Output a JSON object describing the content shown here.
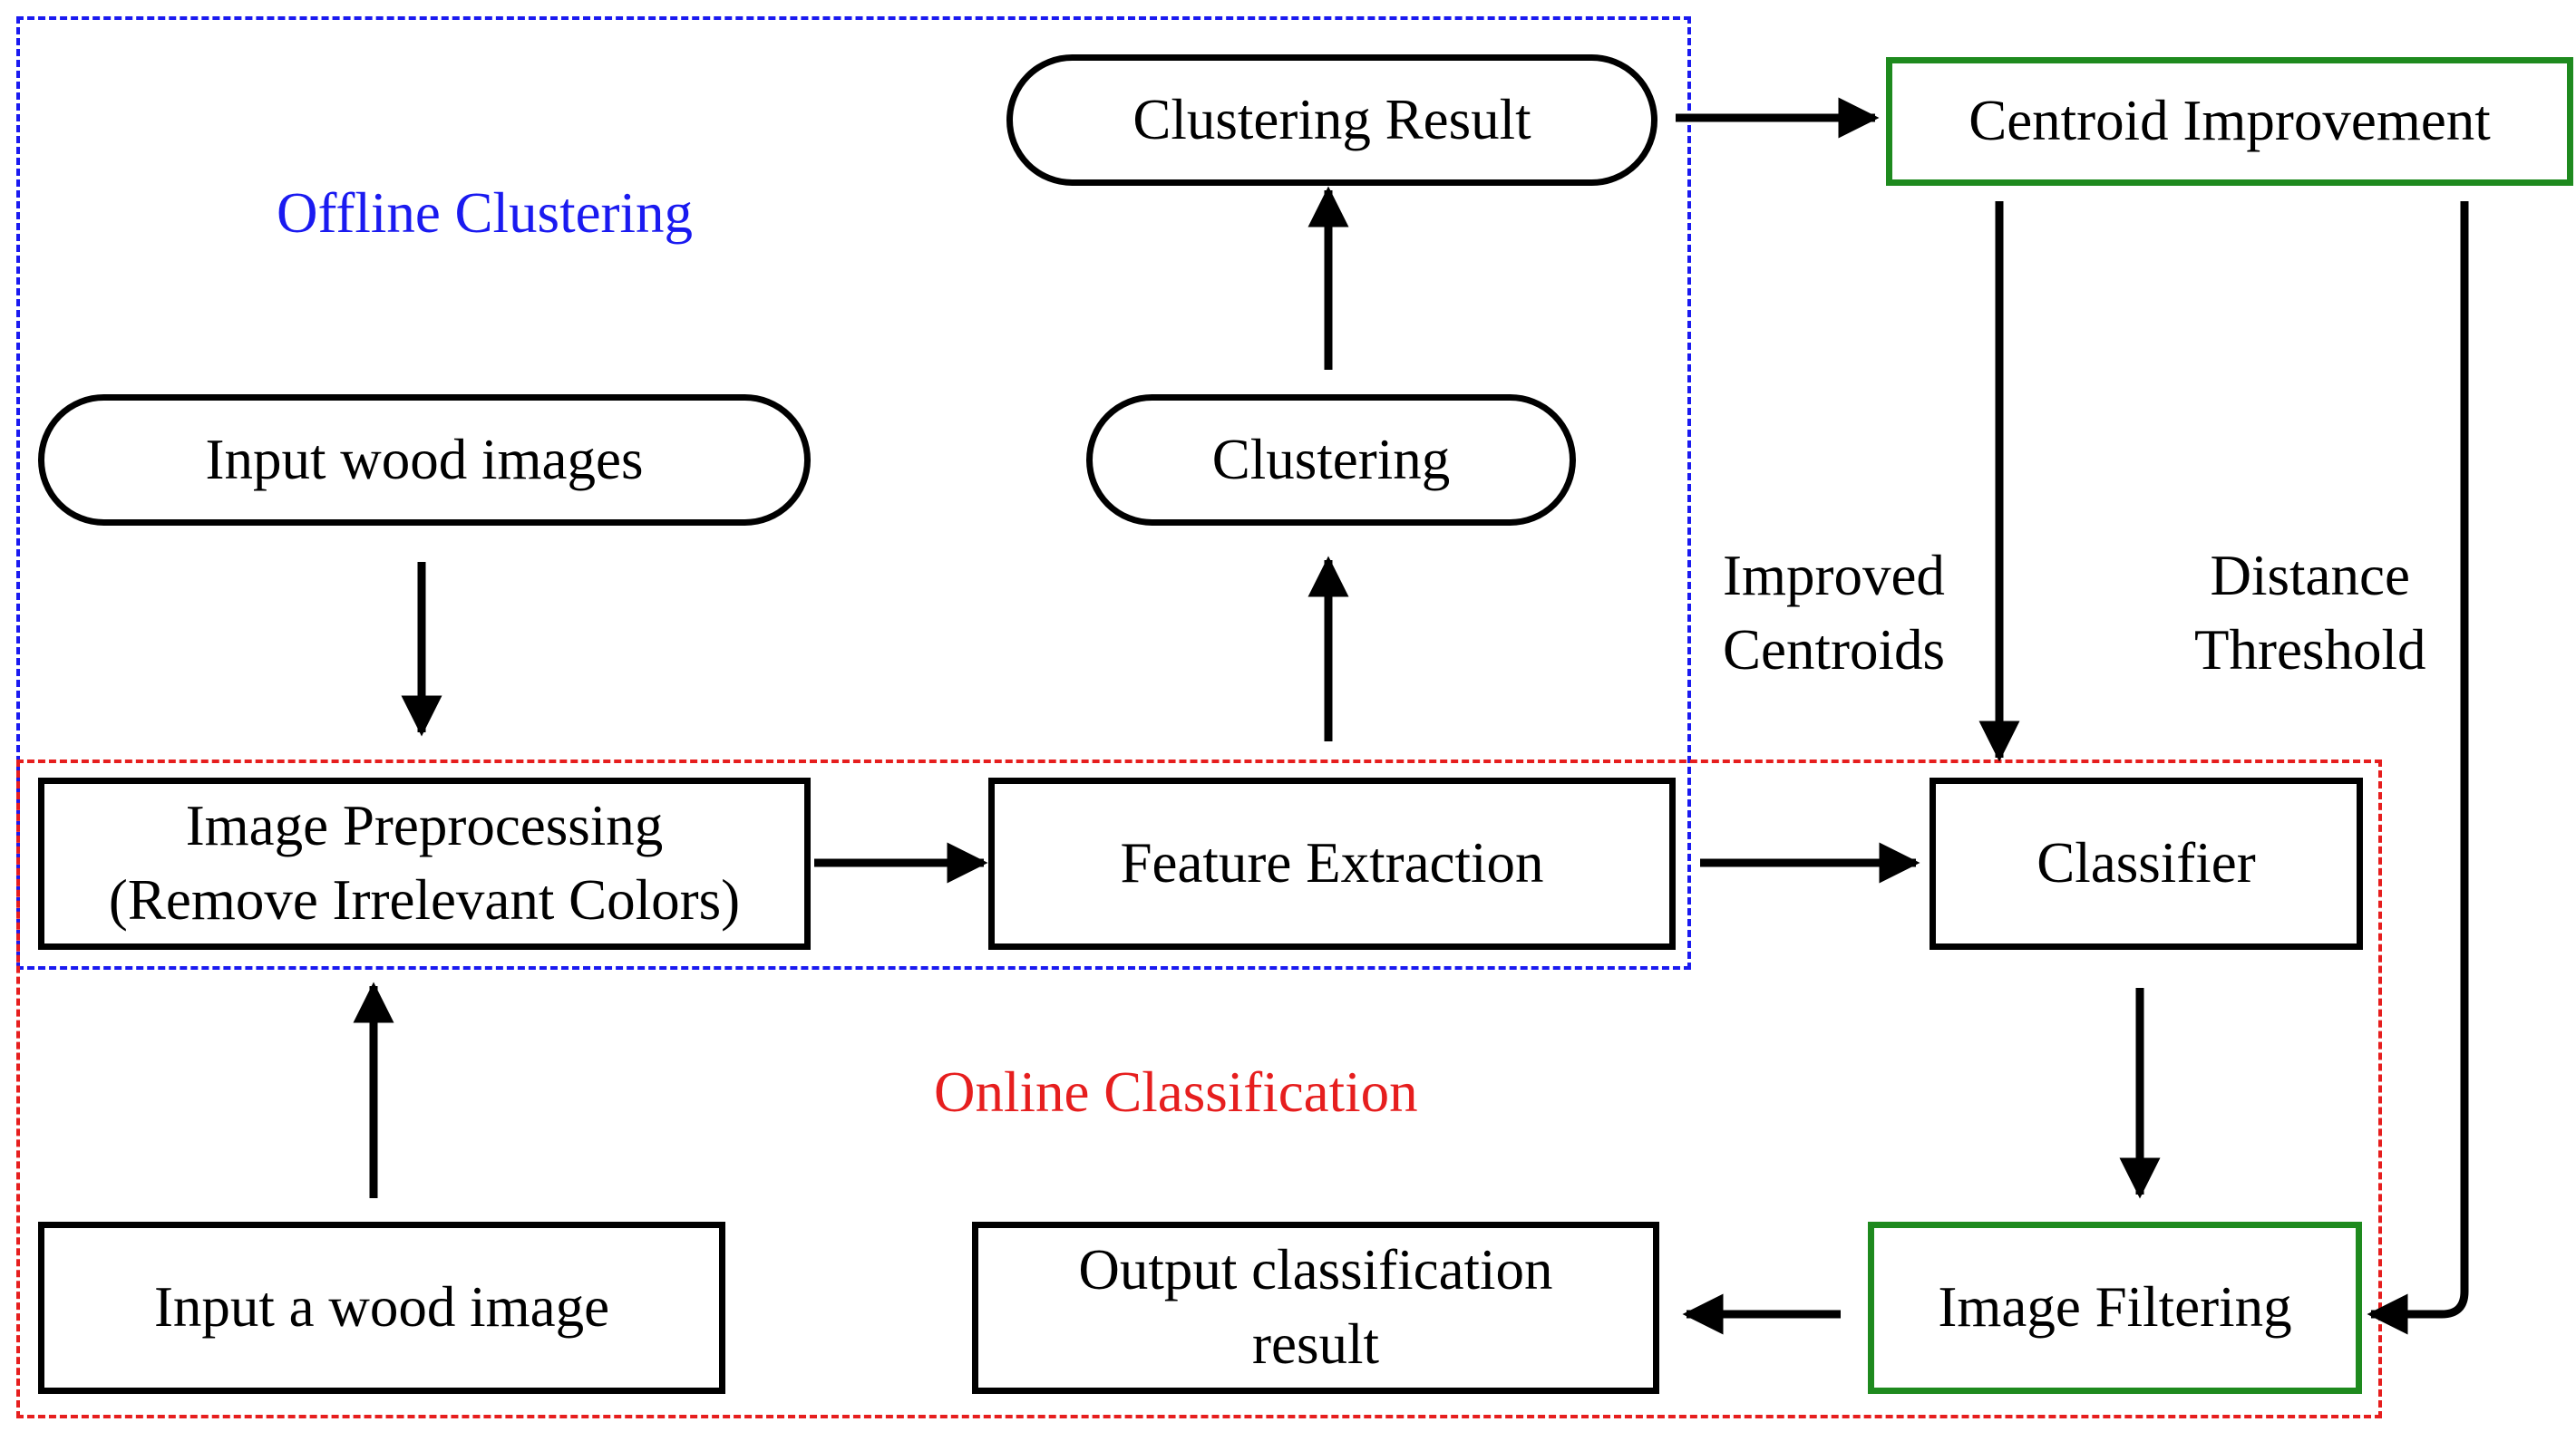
{
  "colors": {
    "offline_border": "#1a1af0",
    "online_border": "#e61e1e",
    "highlight_border": "#1e8a1e",
    "stroke": "#000000"
  },
  "regions": {
    "offline": {
      "label": "Offline Clustering"
    },
    "online": {
      "label": "Online Classification"
    }
  },
  "nodes": {
    "clustering_result": {
      "text": "Clustering Result"
    },
    "centroid_improvement": {
      "text": "Centroid Improvement"
    },
    "input_wood_images": {
      "text": "Input  wood images"
    },
    "clustering": {
      "text": "Clustering"
    },
    "image_preprocessing": {
      "line1": "Image Preprocessing",
      "line2": "(Remove Irrelevant Colors)"
    },
    "feature_extraction": {
      "text": "Feature Extraction"
    },
    "classifier": {
      "text": "Classifier"
    },
    "input_a_wood_image": {
      "text": "Input  a wood image"
    },
    "output_classification_result": {
      "line1": "Output classification",
      "line2": "result"
    },
    "image_filtering": {
      "text": "Image Filtering"
    }
  },
  "edge_labels": {
    "improved_centroids": {
      "line1": "Improved",
      "line2": "Centroids"
    },
    "distance_threshold": {
      "line1": "Distance",
      "line2": "Threshold"
    }
  }
}
